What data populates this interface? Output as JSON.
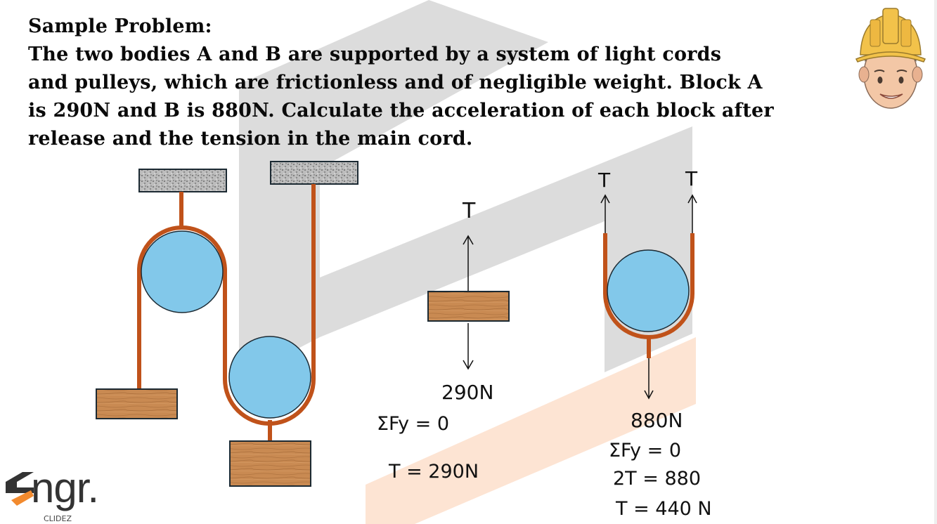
{
  "problem": {
    "title": "Sample Problem:",
    "lines": [
      "The two bodies A and B are supported by a system of light cords",
      "and pulleys, which are frictionless and of negligible weight. Block A",
      "is 290N and B is 880N. Calculate the acceleration of each block after",
      "release and the tension in the main cord."
    ]
  },
  "fbd_a": {
    "tension_label": "T",
    "weight_label": "290N",
    "eq1": "ΣFy = 0",
    "eq2": "T = 290N"
  },
  "fbd_b": {
    "tension_left_label": "T",
    "tension_right_label": "T",
    "weight_label": "880N",
    "eq1": "ΣFy = 0",
    "eq2": "2T = 880",
    "eq3": "T = 440 N"
  },
  "logo": {
    "text": "ngr.",
    "subtitle": "CLIDEZ"
  },
  "colors": {
    "cord": "#c0521a",
    "pulley": "#82c8ea",
    "wood": "#c9884e",
    "ceiling": "#b5b5b5",
    "watermark_grey": "#dcdcdc",
    "watermark_orange": "#fde4d3",
    "logo_orange": "#f28a2e"
  }
}
